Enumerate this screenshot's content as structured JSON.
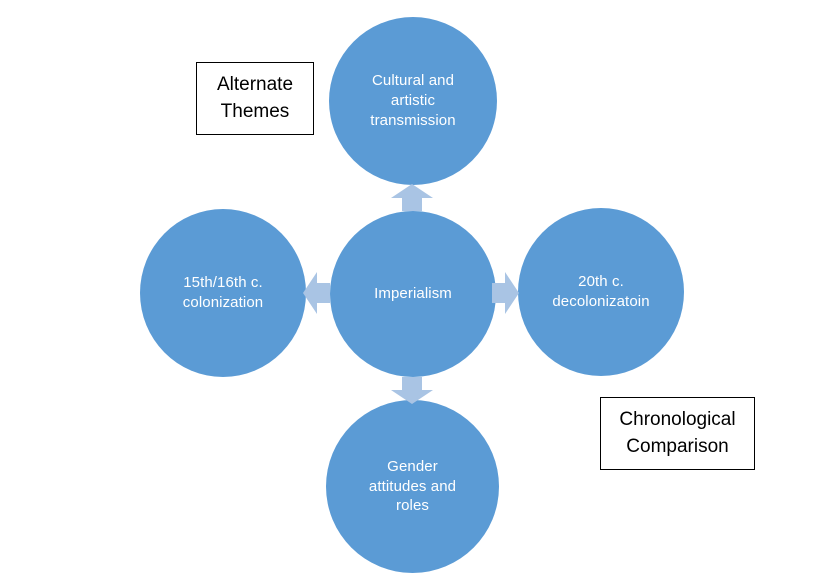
{
  "diagram": {
    "type": "hub-and-spoke-cross",
    "background_color": "#FFFFFF",
    "circle_color": "#5B9BD5",
    "circle_text_color": "#FFFFFF",
    "arrow_color": "#A9C4E4",
    "caption_border_color": "#000000",
    "caption_text_color": "#000000",
    "center": {
      "label": "Imperialism"
    },
    "nodes": [
      {
        "position": "top",
        "label": "Cultural and\nartistic\ntransmission"
      },
      {
        "position": "left",
        "label": "15th/16th c.\ncolonization"
      },
      {
        "position": "right",
        "label": "20th c.\ndecolonizatoin"
      },
      {
        "position": "bottom",
        "label": "Gender\nattitudes and\nroles"
      }
    ],
    "arrows": [
      {
        "direction": "up",
        "from": "Imperialism",
        "to": "Cultural and artistic transmission"
      },
      {
        "direction": "left",
        "from": "Imperialism",
        "to": "15th/16th c. colonization"
      },
      {
        "direction": "right",
        "from": "Imperialism",
        "to": "20th c. decolonizatoin"
      },
      {
        "direction": "down",
        "from": "Imperialism",
        "to": "Gender attitudes and roles"
      }
    ],
    "captions": [
      {
        "id": "alternate-themes",
        "label": "Alternate\nThemes"
      },
      {
        "id": "chronological-comparison",
        "label": "Chronological\nComparison"
      }
    ]
  }
}
